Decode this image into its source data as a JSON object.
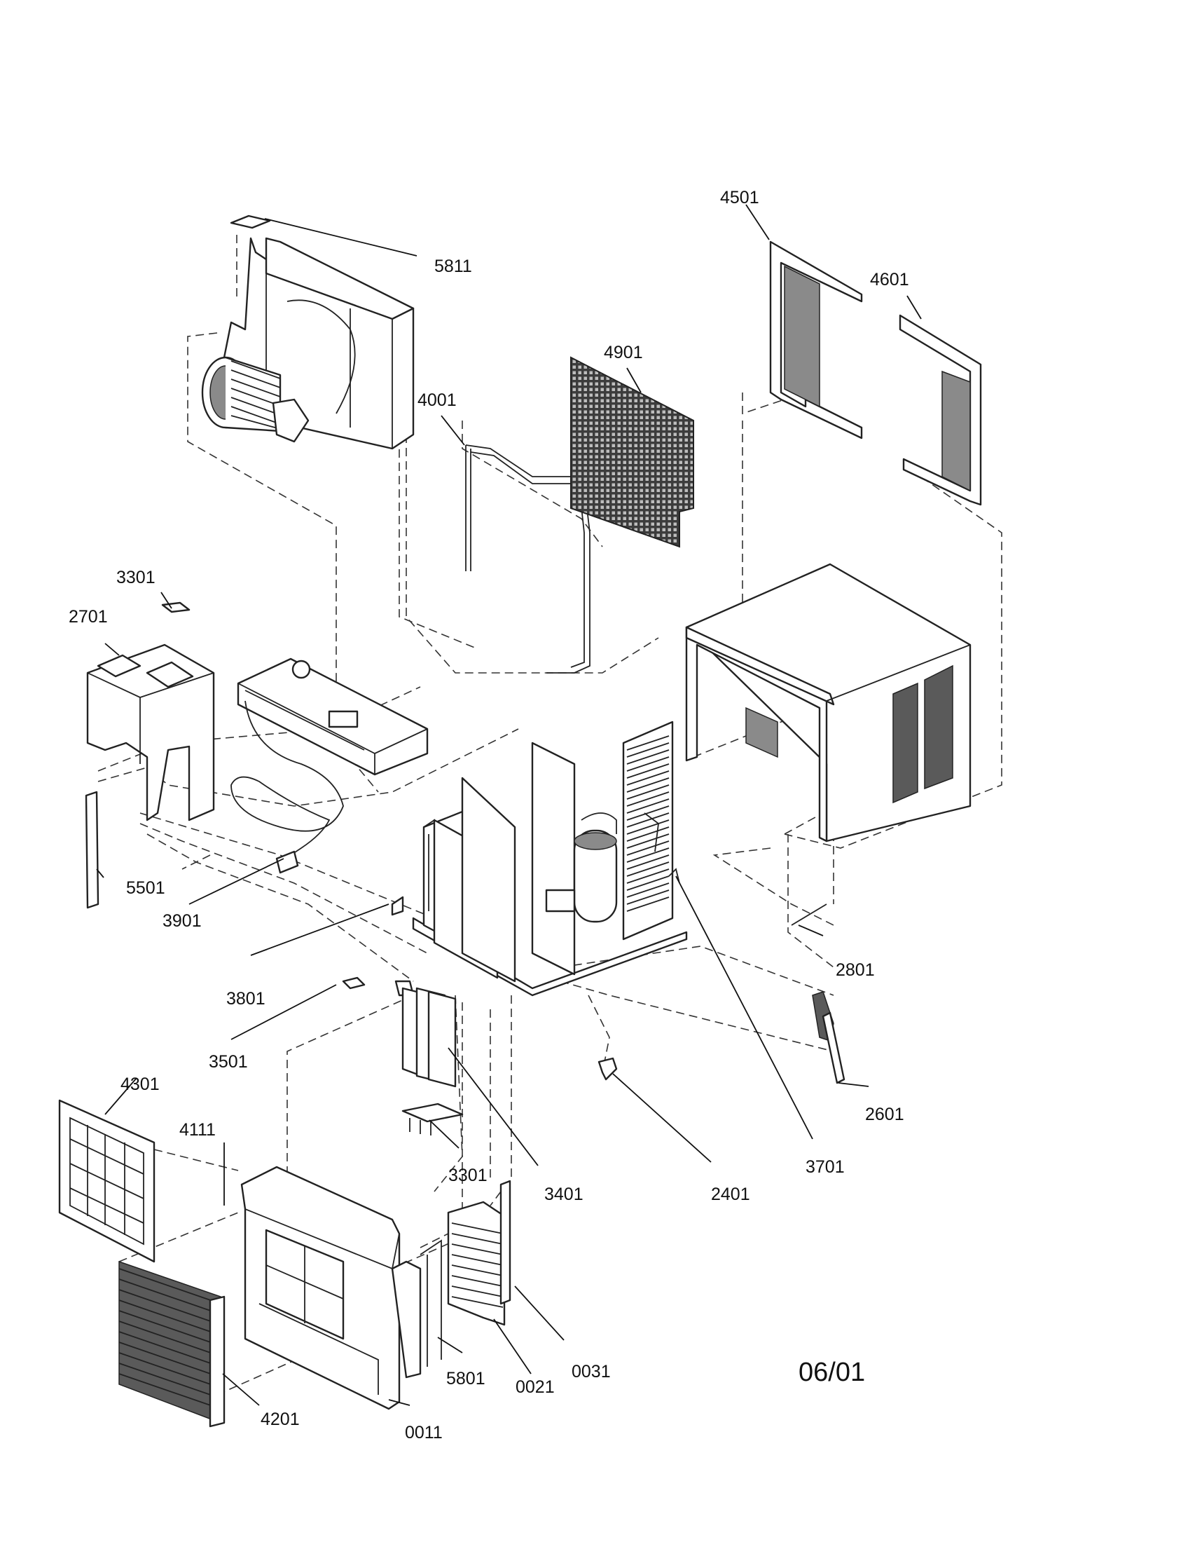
{
  "diagram": {
    "parts": [
      {
        "id": "p5811",
        "label": "5811"
      },
      {
        "id": "p4501",
        "label": "4501"
      },
      {
        "id": "p4601",
        "label": "4601"
      },
      {
        "id": "p4901",
        "label": "4901"
      },
      {
        "id": "p4001",
        "label": "4001"
      },
      {
        "id": "p3301a",
        "label": "3301"
      },
      {
        "id": "p2701",
        "label": "2701"
      },
      {
        "id": "p5501",
        "label": "5501"
      },
      {
        "id": "p3901",
        "label": "3901"
      },
      {
        "id": "p3801",
        "label": "3801"
      },
      {
        "id": "p3501",
        "label": "3501"
      },
      {
        "id": "p2801",
        "label": "2801"
      },
      {
        "id": "p2601",
        "label": "2601"
      },
      {
        "id": "p3701",
        "label": "3701"
      },
      {
        "id": "p2401",
        "label": "2401"
      },
      {
        "id": "p3401",
        "label": "3401"
      },
      {
        "id": "p3301b",
        "label": "3301"
      },
      {
        "id": "p4301",
        "label": "4301"
      },
      {
        "id": "p4111",
        "label": "4111"
      },
      {
        "id": "p4201",
        "label": "4201"
      },
      {
        "id": "p0011",
        "label": "0011"
      },
      {
        "id": "p5801",
        "label": "5801"
      },
      {
        "id": "p0021",
        "label": "0021"
      },
      {
        "id": "p0031",
        "label": "0031"
      }
    ],
    "date_code": "06/01"
  }
}
